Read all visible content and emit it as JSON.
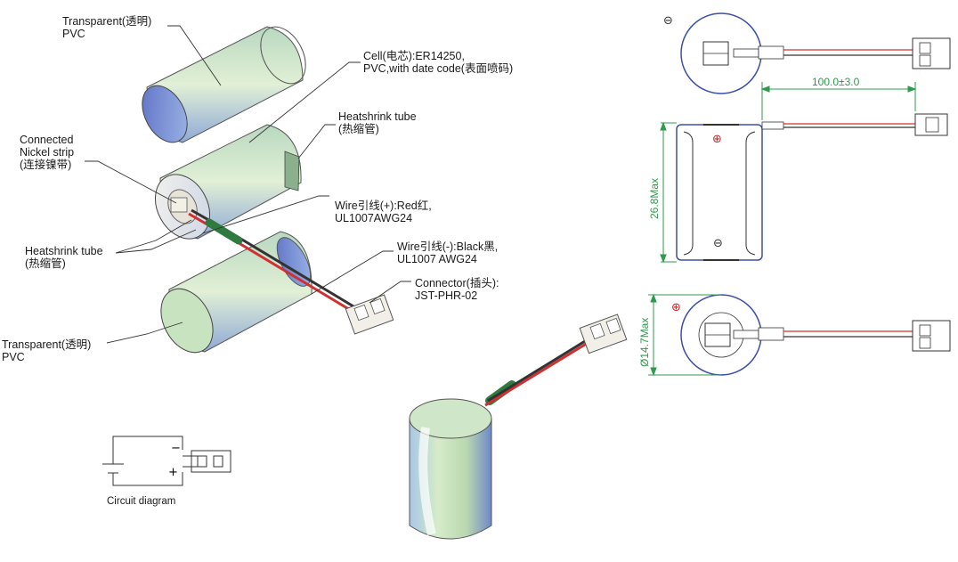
{
  "labels": {
    "transparent_pvc_top": [
      "Transparent(透明)",
      "PVC"
    ],
    "cell": [
      "Cell(电芯):ER14250,",
      "PVC,with date code(表面喷码)"
    ],
    "heatshrink_top": [
      "Heatshrink tube",
      "(热缩管)"
    ],
    "nickel_strip": [
      "Connected",
      "Nickel strip",
      "(连接镍带)"
    ],
    "wire_pos": [
      "Wire引线(+):Red红,",
      "UL1007AWG24"
    ],
    "heatshrink_left": [
      "Heatshrink tube",
      "(热缩管)"
    ],
    "wire_neg": [
      "Wire引线(-):Black黑,",
      "UL1007 AWG24"
    ],
    "connector": [
      "Connector(插头):",
      "JST-PHR-02"
    ],
    "transparent_pvc_bottom": [
      "Transparent(透明)",
      "PVC"
    ],
    "circuit": "Circuit diagram"
  },
  "dimensions": {
    "wire_length": "100.0±3.0",
    "height": "26.8Max",
    "diameter": "Ø14.7Max"
  },
  "symbols": {
    "minus": "⊖",
    "plus": "⊕"
  },
  "colors": {
    "dimension_green": "#2e9a4c",
    "wire_red": "#d03030",
    "wire_black": "#333333",
    "plus_red": "#d42020",
    "outline_blue": "#3b4fa8"
  }
}
